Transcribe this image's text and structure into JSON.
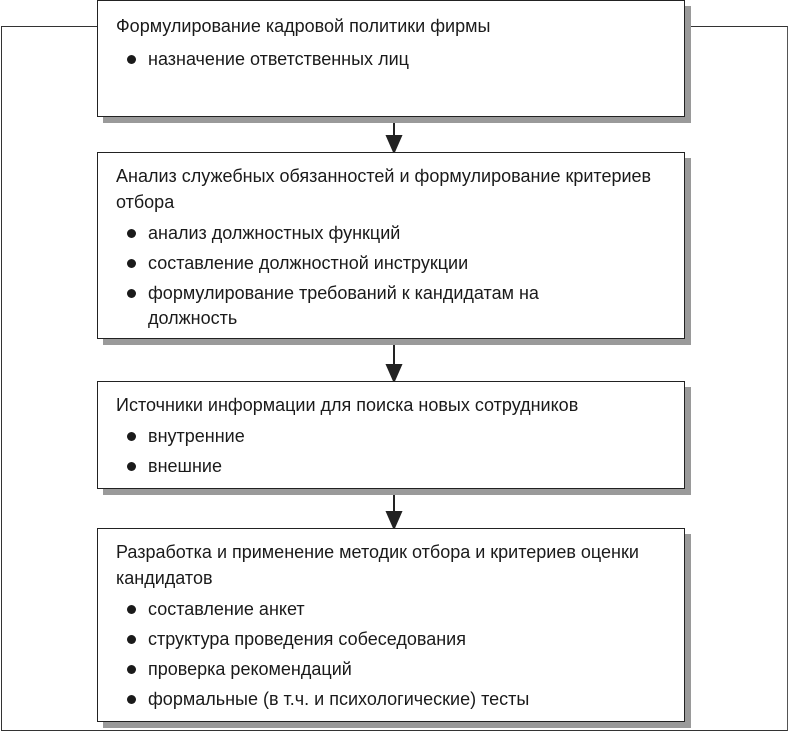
{
  "boxes": [
    {
      "title": "Формулирование кадровой политики фирмы",
      "items": [
        "назначение ответственных лиц"
      ]
    },
    {
      "title": "Анализ служебных обязанностей и формулирование критериев отбора",
      "items": [
        "анализ должностных функций",
        "составление должностной инструкции",
        "формулирование требований к кандидатам на должность"
      ]
    },
    {
      "title": "Источники информации для поиска новых сотрудников",
      "items": [
        "внутренние",
        "внешние"
      ]
    },
    {
      "title": "Разработка и применение методик отбора и критериев оценки кандидатов",
      "items": [
        "составление анкет",
        "структура проведения собеседования",
        "проверка рекомендаций",
        "формальные (в т.ч. и психологические) тесты"
      ]
    }
  ]
}
